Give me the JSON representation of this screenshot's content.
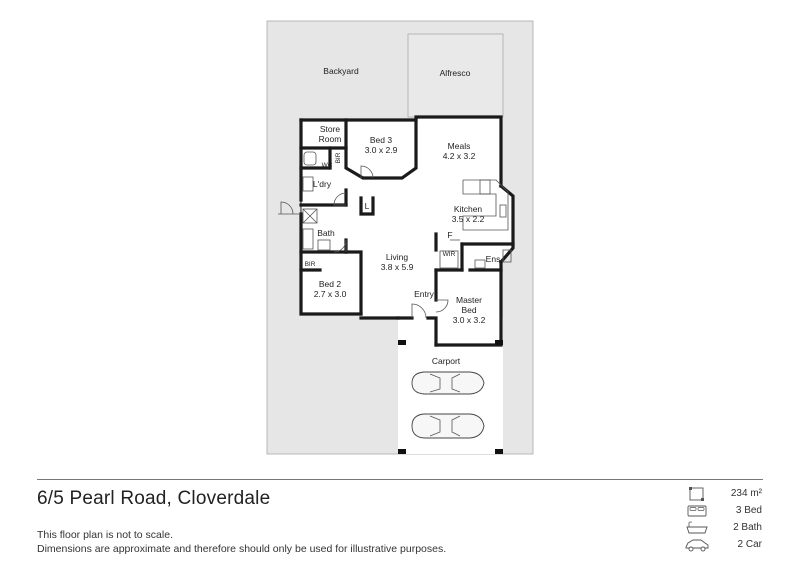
{
  "rooms": {
    "backyard": "Backyard",
    "alfresco": "Alfresco",
    "store_room_1": "Store",
    "store_room_2": "Room",
    "bed3_name": "Bed 3",
    "bed3_dim": "3.0 x 2.9",
    "meals_name": "Meals",
    "meals_dim": "4.2 x 3.2",
    "wc": "WC",
    "bir_bed3": "BIR",
    "ldry": "L'dry",
    "l_label": "L",
    "kitchen_name": "Kitchen",
    "kitchen_dim": "3.5 x 2.2",
    "bath": "Bath",
    "f_label": "F",
    "bir_bed2": "BIR",
    "living_name": "Living",
    "living_dim": "3.8 x 5.9",
    "wir": "WIR",
    "ens": "Ens",
    "bed2_name": "Bed 2",
    "bed2_dim": "2.7 x 3.0",
    "entry": "Entry",
    "master_name_1": "Master",
    "master_name_2": "Bed",
    "master_dim": "3.0 x 3.2",
    "carport": "Carport"
  },
  "footer": {
    "address": "6/5 Pearl Road, Cloverdale",
    "disclaimer_line1": "This floor plan is not to scale.",
    "disclaimer_line2": "Dimensions are approximate and therefore should only be used for illustrative purposes."
  },
  "stats": [
    {
      "icon": "area-icon",
      "value": "234 m²"
    },
    {
      "icon": "bed-icon",
      "value": "3 Bed"
    },
    {
      "icon": "bath-icon",
      "value": "2 Bath"
    },
    {
      "icon": "car-icon",
      "value": "2 Car"
    }
  ]
}
